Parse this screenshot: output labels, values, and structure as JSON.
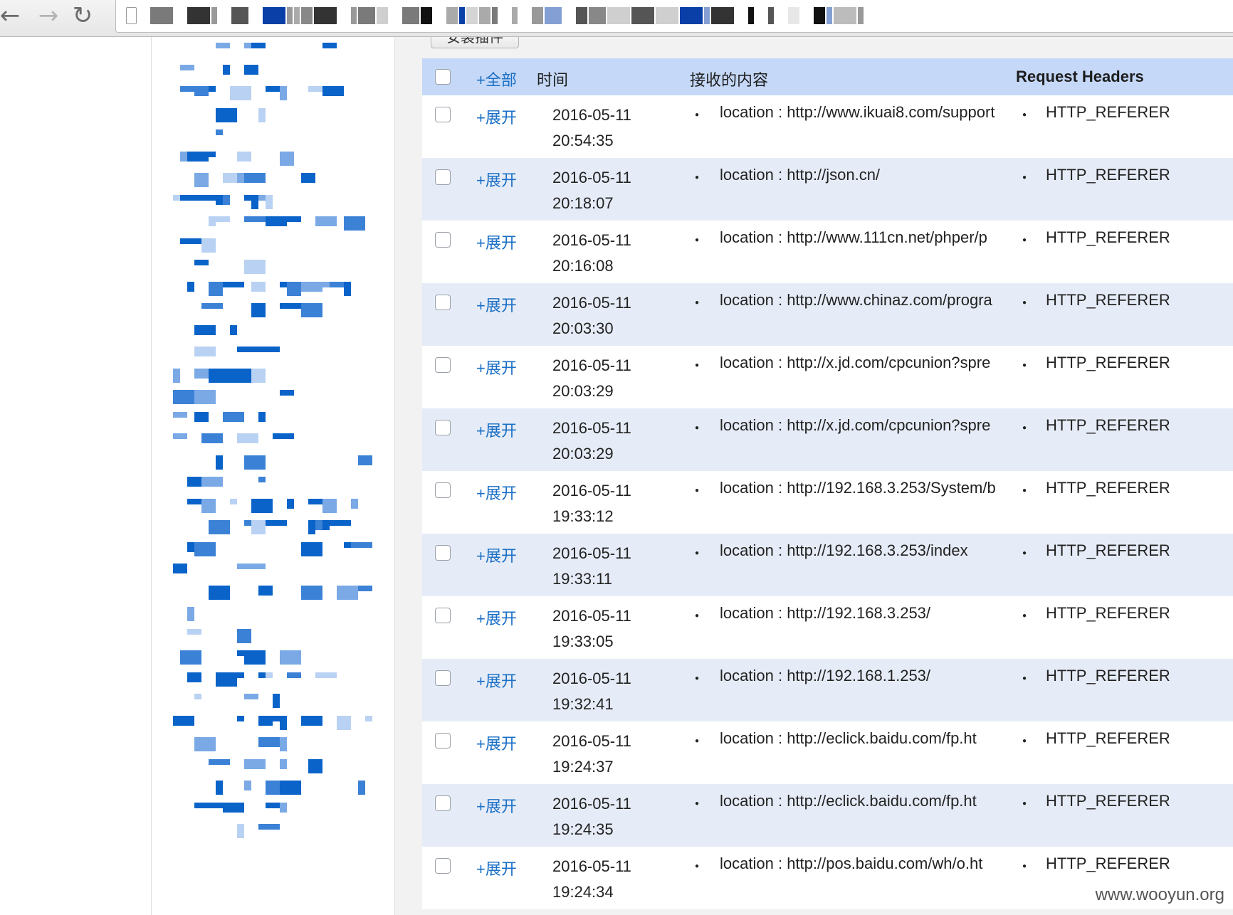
{
  "browser": {
    "back_glyph": "←",
    "forward_glyph": "→",
    "reload_glyph": "↻"
  },
  "main": {
    "install_button": "安装插件",
    "header": {
      "expand_all": "+全部",
      "time": "时间",
      "content": "接收的内容",
      "request_headers": "Request Headers"
    },
    "rows": [
      {
        "expand": "+展开",
        "date": "2016-05-11",
        "time": "20:54:35",
        "location_label": "location :",
        "location_url": "http://www.ikuai8.com/support",
        "header": "HTTP_REFERER"
      },
      {
        "expand": "+展开",
        "date": "2016-05-11",
        "time": "20:18:07",
        "location_label": "location :",
        "location_url": "http://json.cn/",
        "header": "HTTP_REFERER"
      },
      {
        "expand": "+展开",
        "date": "2016-05-11",
        "time": "20:16:08",
        "location_label": "location :",
        "location_url": "http://www.111cn.net/phper/p",
        "header": "HTTP_REFERER"
      },
      {
        "expand": "+展开",
        "date": "2016-05-11",
        "time": "20:03:30",
        "location_label": "location :",
        "location_url": "http://www.chinaz.com/progra",
        "header": "HTTP_REFERER"
      },
      {
        "expand": "+展开",
        "date": "2016-05-11",
        "time": "20:03:29",
        "location_label": "location :",
        "location_url": "http://x.jd.com/cpcunion?spre",
        "header": "HTTP_REFERER"
      },
      {
        "expand": "+展开",
        "date": "2016-05-11",
        "time": "20:03:29",
        "location_label": "location :",
        "location_url": "http://x.jd.com/cpcunion?spre",
        "header": "HTTP_REFERER"
      },
      {
        "expand": "+展开",
        "date": "2016-05-11",
        "time": "19:33:12",
        "location_label": "location :",
        "location_url": "http://192.168.3.253/System/b",
        "header": "HTTP_REFERER"
      },
      {
        "expand": "+展开",
        "date": "2016-05-11",
        "time": "19:33:11",
        "location_label": "location :",
        "location_url": "http://192.168.3.253/index",
        "header": "HTTP_REFERER"
      },
      {
        "expand": "+展开",
        "date": "2016-05-11",
        "time": "19:33:05",
        "location_label": "location :",
        "location_url": "http://192.168.3.253/",
        "header": "HTTP_REFERER"
      },
      {
        "expand": "+展开",
        "date": "2016-05-11",
        "time": "19:32:41",
        "location_label": "location :",
        "location_url": "http://192.168.1.253/",
        "header": "HTTP_REFERER"
      },
      {
        "expand": "+展开",
        "date": "2016-05-11",
        "time": "19:24:37",
        "location_label": "location :",
        "location_url": "http://eclick.baidu.com/fp.ht",
        "header": "HTTP_REFERER"
      },
      {
        "expand": "+展开",
        "date": "2016-05-11",
        "time": "19:24:35",
        "location_label": "location :",
        "location_url": "http://eclick.baidu.com/fp.ht",
        "header": "HTTP_REFERER"
      },
      {
        "expand": "+展开",
        "date": "2016-05-11",
        "time": "19:24:34",
        "location_label": "location :",
        "location_url": "http://pos.baidu.com/wh/o.ht",
        "header": "HTTP_REFERER"
      }
    ]
  },
  "watermark": "www.wooyun.org",
  "colors": {
    "link_blue": "#1a6fc6",
    "header_bg": "#c5d8f7",
    "alt_row_bg": "#e6ecf7",
    "sidebar_pixel_blue": "#0a63c9"
  }
}
